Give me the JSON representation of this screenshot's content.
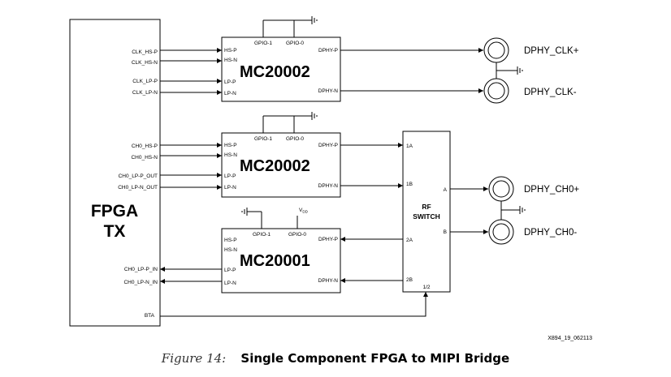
{
  "diagram": {
    "fpga": {
      "line1": "FPGA",
      "line2": "TX"
    },
    "fpga_pins": {
      "clk_hs_p": "CLK_HS-P",
      "clk_hs_n": "CLK_HS-N",
      "clk_lp_p": "CLK_LP-P",
      "clk_lp_n": "CLK_LP-N",
      "ch0_hs_p": "CH0_HS-P",
      "ch0_hs_n": "CH0_HS-N",
      "ch0_lp_p_out": "CH0_LP-P_OUT",
      "ch0_lp_n_out": "CH0_LP-N_OUT",
      "ch0_lp_p_in": "CH0_LP-P_IN",
      "ch0_lp_n_in": "CH0_LP-N_IN",
      "bta": "BTA"
    },
    "chips": {
      "clk": {
        "name": "MC20002"
      },
      "ch0_tx": {
        "name": "MC20002"
      },
      "ch0_rx": {
        "name": "MC20001"
      }
    },
    "chip_pins": {
      "hs_p": "HS-P",
      "hs_n": "HS-N",
      "lp_p": "LP-P",
      "lp_n": "LP-N",
      "gpio1": "GPIO-1",
      "gpio0": "GPIO-0",
      "dphy_p": "DPHY-P",
      "dphy_n": "DPHY-N",
      "vdd": "V",
      "vdd_sub": "DD"
    },
    "rf_switch": {
      "line1": "RF",
      "line2": "SWITCH",
      "pin_1a": "1A",
      "pin_1b": "1B",
      "pin_2a": "2A",
      "pin_2b": "2B",
      "pin_a": "A",
      "pin_b": "B",
      "pin_sel": "1/2"
    },
    "connectors": {
      "clk_p": "DPHY_CLK+",
      "clk_n": "DPHY_CLK-",
      "ch0_p": "DPHY_CH0+",
      "ch0_n": "DPHY_CH0-"
    },
    "figure_code": "X894_19_062113"
  },
  "caption": {
    "number": "Figure 14:",
    "title": "Single Component FPGA to MIPI Bridge"
  }
}
